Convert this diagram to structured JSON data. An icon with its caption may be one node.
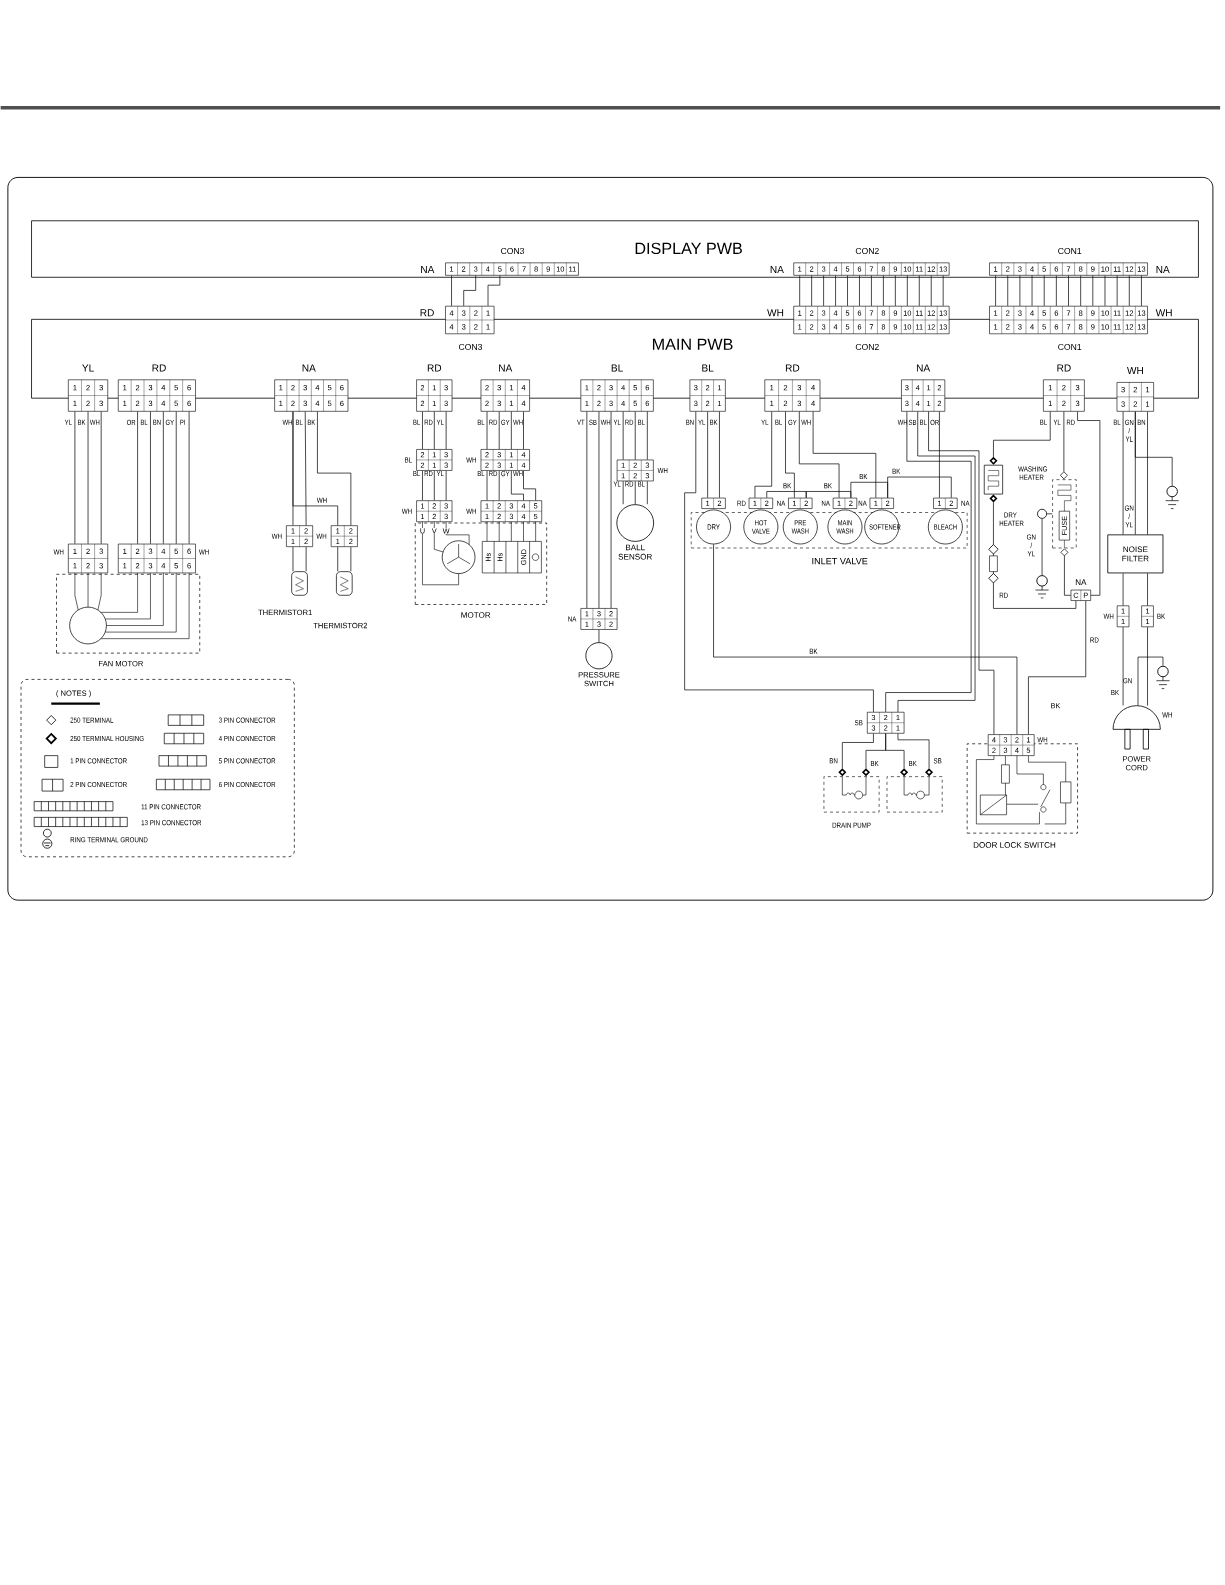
{
  "diagram": {
    "nodes": [
      {
        "text": [
          "DISPLAY PWB"
        ]
      },
      {
        "text": [
          "MAIN PWB"
        ]
      },
      {
        "text": [
          "1",
          "2",
          "3",
          "4",
          "5",
          "6",
          "7",
          "8",
          "9",
          "10",
          "11"
        ],
        "beside": [
          "CON3",
          "NA"
        ],
        "in": 0
      },
      {
        "text": [
          "4",
          "3",
          "2",
          "1",
          "4",
          "3",
          "2",
          "1"
        ]
      },
      {
        "text": [
          "1",
          "2",
          "3",
          "4",
          "5",
          "6",
          "7",
          "8",
          "9",
          "10",
          "11",
          "12",
          "13"
        ],
        "beside": [
          "CON2",
          "NA"
        ],
        "in": 0
      },
      {
        "text": [
          "1",
          "2",
          "3",
          "4",
          "5",
          "6",
          "7",
          "8",
          "9",
          "10",
          "11",
          "12",
          "13",
          "1",
          "2",
          "3",
          "4",
          "5",
          "6",
          "7",
          "8",
          "9",
          "10",
          "11",
          "12",
          "13"
        ]
      },
      {
        "text": [
          "1",
          "2",
          "3",
          "4",
          "5",
          "6",
          "7",
          "8",
          "9",
          "10",
          "11",
          "12",
          "13"
        ],
        "beside": [
          "CON1",
          "NA"
        ],
        "in": 0
      },
      {
        "text": [
          "1",
          "2",
          "3",
          "4",
          "5",
          "6",
          "7",
          "8",
          "9",
          "10",
          "11",
          "12",
          "13",
          "1",
          "2",
          "3",
          "4",
          "5",
          "6",
          "7",
          "8",
          "9",
          "10",
          "11",
          "12",
          "13"
        ]
      },
      {
        "text": [
          "1",
          "2",
          "3",
          "1",
          "2",
          "3"
        ],
        "beside": [
          "YL",
          "BK",
          "WH"
        ]
      },
      {
        "text": [
          "1",
          "2",
          "3",
          "4",
          "5",
          "6",
          "1",
          "2",
          "3",
          "4",
          "5",
          "6"
        ],
        "beside": [
          "OR",
          "BL",
          "BN",
          "GY",
          "PI"
        ]
      },
      {
        "text": [
          "1",
          "2",
          "3",
          "4",
          "5",
          "6",
          "1",
          "2",
          "3",
          "4",
          "5",
          "6"
        ],
        "beside": [
          "WH",
          "BL",
          "BK"
        ]
      },
      {
        "text": [
          "2",
          "1",
          "3",
          "2",
          "1",
          "3"
        ],
        "beside": [
          "BL",
          "RD",
          "YL"
        ]
      },
      {
        "text": [
          "2",
          "3",
          "1",
          "4",
          "2",
          "3",
          "1",
          "4"
        ],
        "beside": [
          "BL",
          "RD",
          "GY",
          "WH"
        ]
      },
      {
        "text": [
          "1",
          "2",
          "3",
          "4",
          "5",
          "6",
          "1",
          "2",
          "3",
          "4",
          "5",
          "6"
        ],
        "beside": [
          "VT",
          "SB",
          "WH",
          "YL",
          "RD",
          "BL"
        ]
      },
      {
        "text": [
          "3",
          "2",
          "1",
          "3",
          "2",
          "1"
        ],
        "beside": [
          "BN",
          "YL",
          "BK"
        ]
      },
      {
        "text": [
          "1",
          "2",
          "3",
          "4",
          "1",
          "2",
          "3",
          "4"
        ],
        "beside": [
          "YL",
          "BL",
          "GY",
          "WH"
        ]
      },
      {
        "text": [
          "3",
          "4",
          "1",
          "2",
          "3",
          "4",
          "1",
          "2"
        ],
        "beside": [
          "WH",
          "SB",
          "BL",
          "OR"
        ]
      },
      {
        "text": [
          "1",
          "2",
          "3",
          "1",
          "2",
          "3"
        ],
        "beside": [
          "BL",
          "YL",
          "RD"
        ]
      },
      {
        "text": [
          "3",
          "2",
          "1",
          "3",
          "2",
          "1"
        ],
        "beside": [
          "BL",
          "GN / YL",
          "BN"
        ]
      },
      {
        "text": [
          "1",
          "2",
          "3",
          "1",
          "2",
          "3"
        ],
        "beside": [
          "WH"
        ]
      },
      {
        "text": [
          "1",
          "2",
          "3",
          "4",
          "5",
          "6",
          "1",
          "2",
          "3",
          "4",
          "5",
          "6"
        ],
        "beside": [
          "WH"
        ]
      },
      {
        "text": [
          "FAN MOTOR"
        ]
      },
      {
        "text": [
          "1",
          "2",
          "1",
          "2"
        ],
        "beside": [
          "WH"
        ]
      },
      {
        "text": [
          "1",
          "2",
          "1",
          "2"
        ],
        "beside": [
          "WH"
        ]
      },
      {
        "text": [
          "THERMISTOR1"
        ]
      },
      {
        "text": [
          "THERMISTOR2"
        ]
      },
      {
        "text": [
          "2",
          "1",
          "3",
          "2",
          "1",
          "3"
        ],
        "beside": [
          "BL",
          "BL",
          "RD",
          "YL"
        ]
      },
      {
        "text": [
          "2",
          "3",
          "1",
          "4",
          "2",
          "3",
          "1",
          "4"
        ],
        "beside": [
          "WH",
          "BL",
          "RD",
          "GY",
          "WH"
        ]
      },
      {
        "text": [
          "1",
          "2",
          "3",
          "1",
          "2",
          "3"
        ],
        "beside": [
          "WH"
        ]
      },
      {
        "text": [
          "1",
          "2",
          "3",
          "4",
          "5",
          "1",
          "2",
          "3",
          "4",
          "5"
        ],
        "beside": [
          "WH"
        ]
      },
      {
        "text": [
          "MOTOR"
        ]
      },
      {
        "text": [
          "1",
          "2",
          "3",
          "1",
          "2",
          "3"
        ],
        "beside": [
          "WH",
          "YL",
          "RD",
          "BL"
        ]
      },
      {
        "text": [
          "BALL SENSOR"
        ]
      },
      {
        "text": [
          "1",
          "3",
          "2",
          "1",
          "3",
          "2"
        ],
        "beside": [
          "NA"
        ]
      },
      {
        "text": [
          "PRESSURE SWITCH"
        ]
      },
      {
        "text": [
          "INLET VALVE"
        ]
      },
      {
        "text": [
          "DRY"
        ],
        "in": 35
      },
      {
        "text": [
          "HOT VALVE"
        ],
        "in": 35
      },
      {
        "text": [
          "PRE WASH"
        ],
        "in": 35
      },
      {
        "text": [
          "MAIN WASH"
        ],
        "in": 35
      },
      {
        "text": [
          "SOFTENER"
        ],
        "in": 35
      },
      {
        "text": [
          "BLEACH"
        ],
        "in": 35
      },
      {
        "text": [
          "1",
          "2"
        ]
      },
      {
        "text": [
          "1",
          "2"
        ],
        "beside": [
          "RD"
        ]
      },
      {
        "text": [
          "1",
          "2"
        ],
        "beside": [
          "NA"
        ]
      },
      {
        "text": [
          "1",
          "2"
        ],
        "beside": [
          "NA"
        ]
      },
      {
        "text": [
          "1",
          "2"
        ],
        "beside": [
          "NA"
        ]
      },
      {
        "text": [
          "1",
          "2"
        ],
        "beside": [
          "NA"
        ]
      },
      {
        "text": [
          "DRY HEATER"
        ]
      },
      {
        "text": [
          "WASHING HEATER",
          "FUSE"
        ]
      },
      {
        "text": [],
        "shape": "circle"
      },
      {
        "text": [],
        "shape": "ground"
      },
      {
        "text": [
          "C",
          "P"
        ],
        "beside": [
          "NA"
        ]
      },
      {
        "text": [
          "NOISE FILTER"
        ]
      },
      {
        "text": [
          "1",
          "1"
        ],
        "beside": [
          "WH"
        ]
      },
      {
        "text": [
          "1",
          "1"
        ],
        "beside": [
          "BK"
        ]
      },
      {
        "text": [],
        "shape": "ground"
      },
      {
        "text": [
          "POWER CORD"
        ],
        "beside": [
          "BK",
          "GN",
          "WH"
        ]
      },
      {
        "text": [],
        "shape": "ground"
      },
      {
        "text": [
          "3",
          "2",
          "1",
          "3",
          "2",
          "1"
        ],
        "beside": [
          "SB"
        ]
      },
      {
        "text": [
          "DRAIN PUMP"
        ]
      },
      {
        "text": [],
        "shape": "box"
      },
      {
        "text": [
          "DOOR LOCK SWITCH"
        ]
      },
      {
        "text": [
          "4",
          "3",
          "2",
          "1",
          "2",
          "3",
          "4",
          "5"
        ],
        "beside": [
          "WH"
        ]
      },
      {
        "text": [
          "( NOTES )"
        ]
      }
    ],
    "edges": [
      {
        "from": 2,
        "to": 3,
        "arrow": "none"
      },
      {
        "from": 4,
        "to": 5,
        "arrow": "none"
      },
      {
        "from": 6,
        "to": 7,
        "arrow": "none"
      },
      {
        "from": 8,
        "to": 19,
        "arrow": "none"
      },
      {
        "from": 9,
        "to": 20,
        "arrow": "none"
      },
      {
        "from": 10,
        "to": 22,
        "arrow": "none"
      },
      {
        "from": 10,
        "to": 23,
        "arrow": "none",
        "label": "WH"
      },
      {
        "from": 22,
        "to": 24,
        "arrow": "none"
      },
      {
        "from": 23,
        "to": 25,
        "arrow": "none"
      },
      {
        "from": 11,
        "to": 26,
        "arrow": "none"
      },
      {
        "from": 12,
        "to": 27,
        "arrow": "none"
      },
      {
        "from": 26,
        "to": 28,
        "arrow": "none"
      },
      {
        "from": 27,
        "to": 29,
        "arrow": "none"
      },
      {
        "from": 13,
        "to": 31,
        "arrow": "none"
      },
      {
        "from": 31,
        "to": 32,
        "arrow": "none"
      },
      {
        "from": 13,
        "to": 33,
        "arrow": "none"
      },
      {
        "from": 33,
        "to": 34,
        "arrow": "none"
      },
      {
        "from": 14,
        "to": 42,
        "arrow": "none"
      },
      {
        "from": 14,
        "to": 59,
        "arrow": "none"
      },
      {
        "from": 15,
        "to": 43,
        "arrow": "none"
      },
      {
        "from": 15,
        "to": 44,
        "arrow": "none"
      },
      {
        "from": 15,
        "to": 45,
        "arrow": "none"
      },
      {
        "from": 43,
        "to": 44,
        "arrow": "none",
        "label": "BK"
      },
      {
        "from": 44,
        "to": 45,
        "arrow": "none",
        "label": "BK"
      },
      {
        "from": 45,
        "to": 46,
        "arrow": "none",
        "label": "BK"
      },
      {
        "from": 46,
        "to": 47,
        "arrow": "none",
        "label": "BK"
      },
      {
        "from": 15,
        "to": 46,
        "arrow": "none"
      },
      {
        "from": 16,
        "to": 47,
        "arrow": "none"
      },
      {
        "from": 16,
        "to": 59,
        "arrow": "none"
      },
      {
        "from": 16,
        "to": 63,
        "arrow": "none"
      },
      {
        "from": 36,
        "to": 63,
        "arrow": "none",
        "label": "BK"
      },
      {
        "from": 17,
        "to": 48,
        "arrow": "other"
      },
      {
        "from": 17,
        "to": 49,
        "arrow": "other"
      },
      {
        "from": 17,
        "to": 52,
        "arrow": "none"
      },
      {
        "from": 49,
        "to": 52,
        "arrow": "other"
      },
      {
        "from": 48,
        "to": 52,
        "arrow": "other",
        "label": "RD"
      },
      {
        "from": 52,
        "to": 63,
        "arrow": "none",
        "label": "RD"
      },
      {
        "from": 50,
        "to": 49,
        "arrow": "none"
      },
      {
        "from": 50,
        "to": 51,
        "arrow": "none",
        "label": "GN / YL"
      },
      {
        "from": 18,
        "to": 53,
        "arrow": "none",
        "label": "GN / YL"
      },
      {
        "from": 18,
        "to": 56,
        "arrow": "none"
      },
      {
        "from": 53,
        "to": 54,
        "arrow": "none"
      },
      {
        "from": 53,
        "to": 55,
        "arrow": "none"
      },
      {
        "from": 54,
        "to": 57,
        "arrow": "none"
      },
      {
        "from": 55,
        "to": 57,
        "arrow": "none"
      },
      {
        "from": 57,
        "to": 58,
        "arrow": "none"
      },
      {
        "from": 59,
        "to": 60,
        "arrow": "other",
        "label": "BN"
      },
      {
        "from": 59,
        "to": 60,
        "arrow": "other",
        "label": "BK"
      },
      {
        "from": 59,
        "to": 61,
        "arrow": "other",
        "label": "BK"
      },
      {
        "from": 59,
        "to": 61,
        "arrow": "other",
        "label": "SB"
      },
      {
        "from": 2,
        "to": 3,
        "arrow": "none"
      },
      {
        "from": 2,
        "to": 3,
        "arrow": "none"
      },
      {
        "from": 10,
        "to": 23,
        "arrow": "none"
      },
      {
        "from": 22,
        "to": 24,
        "arrow": "none"
      },
      {
        "from": 23,
        "to": 25,
        "arrow": "none"
      },
      {
        "from": 31,
        "to": 32,
        "arrow": "none"
      },
      {
        "from": 31,
        "to": 32,
        "arrow": "none"
      },
      {
        "from": 16,
        "to": 59,
        "arrow": "none"
      }
    ],
    "labels": [
      "RD",
      "CON3",
      "WH",
      "CON2",
      "WH",
      "CON1",
      "YL",
      "RD",
      "NA",
      "RD",
      "NA",
      "BL",
      "BL",
      "RD",
      "NA",
      "RD",
      "WH",
      "U",
      "V",
      "W",
      "Hs",
      "Hs",
      "GND",
      "BK"
    ],
    "legend": [
      {
        "text": "250 TERMINAL"
      },
      {
        "text": "3 PIN CONNECTOR"
      },
      {
        "text": "250 TERMINAL HOUSING"
      },
      {
        "text": "4 PIN CONNECTOR"
      },
      {
        "text": "1 PIN CONNECTOR"
      },
      {
        "text": "5 PIN CONNECTOR"
      },
      {
        "text": "2 PIN CONNECTOR"
      },
      {
        "text": "6 PIN CONNECTOR"
      },
      {
        "text": "11 PIN CONNECTOR"
      },
      {
        "text": "13 PIN CONNECTOR"
      },
      {
        "text": "RING TERMINAL GROUND"
      }
    ]
  }
}
